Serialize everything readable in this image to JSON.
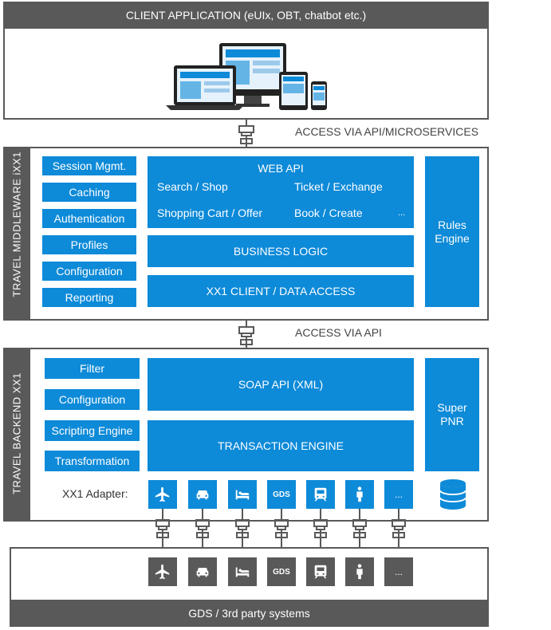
{
  "client": {
    "title": "CLIENT APPLICATION (eUIx, OBT, chatbot etc.)"
  },
  "access1": "ACCESS VIA API/MICROSERVICES",
  "middleware": {
    "label": "TRAVEL MIDDLEWARE iXX1",
    "left_items": [
      "Session Mgmt.",
      "Caching",
      "Authentication",
      "Profiles",
      "Configuration",
      "Reporting"
    ],
    "web_api": {
      "title": "WEB API",
      "items": [
        "Search / Shop",
        "Ticket / Exchange",
        "Shopping Cart / Offer",
        "Book / Create"
      ],
      "more": "..."
    },
    "business_logic": "BUSINESS LOGIC",
    "client_access": "XX1 CLIENT / DATA ACCESS",
    "rules_engine": "Rules\nEngine"
  },
  "access2": "ACCESS VIA API",
  "backend": {
    "label": "TRAVEL BACKEND XX1",
    "left_items": [
      "Filter",
      "Configuration",
      "Scripting Engine",
      "Transformation"
    ],
    "soap_api": "SOAP API (XML)",
    "transaction_engine": "TRANSACTION ENGINE",
    "super_pnr": "Super\nPNR",
    "adapter_label": "XX1 Adapter:",
    "adapters": [
      "plane-icon",
      "car-icon",
      "hotel-bed-icon",
      "GDS",
      "train-icon",
      "person-icon",
      "..."
    ]
  },
  "systems": {
    "title": "GDS / 3rd party systems",
    "items": [
      "plane-icon",
      "car-icon",
      "hotel-bed-icon",
      "GDS",
      "train-icon",
      "person-icon",
      "..."
    ]
  },
  "colors": {
    "dark": "#595959",
    "blue": "#0d8ad8"
  }
}
